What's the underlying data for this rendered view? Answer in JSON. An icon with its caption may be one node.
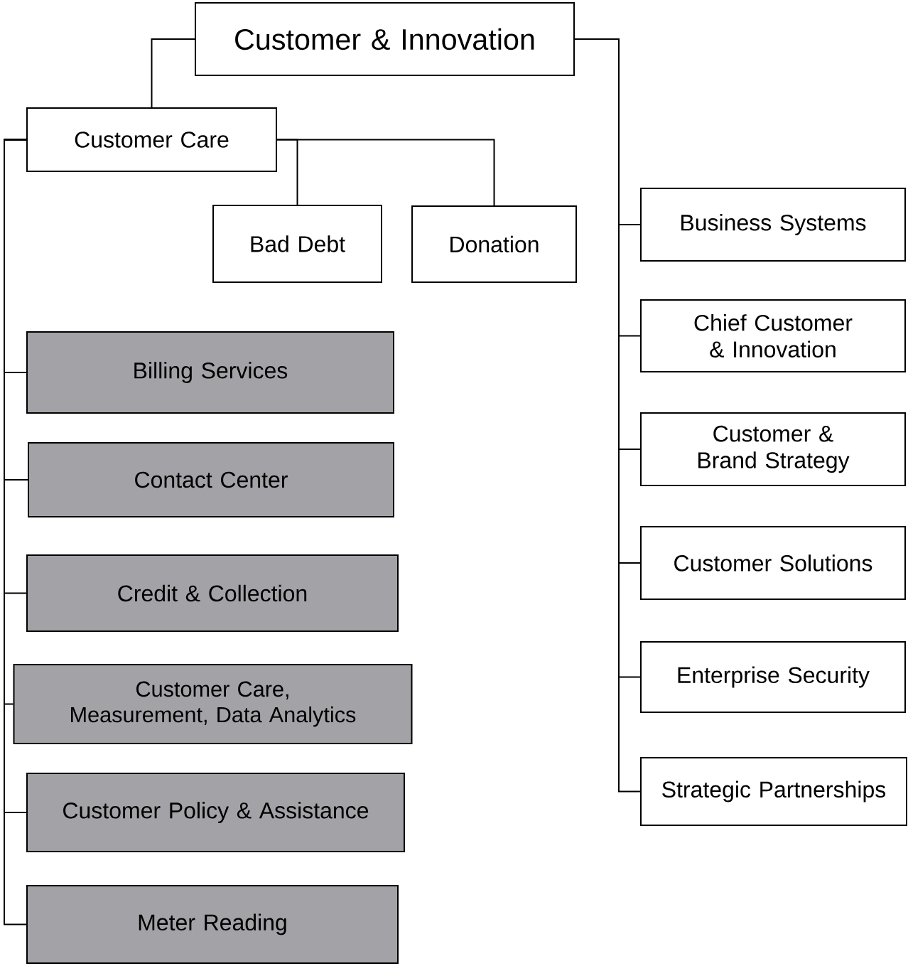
{
  "diagram": {
    "nodes": [
      {
        "text": [
          "Customer & Innovation"
        ]
      },
      {
        "text": [
          "Customer Care"
        ]
      },
      {
        "text": [
          "Bad Debt"
        ]
      },
      {
        "text": [
          "Donation"
        ]
      },
      {
        "text": [
          "Billing Services"
        ]
      },
      {
        "text": [
          "Contact Center"
        ]
      },
      {
        "text": [
          "Credit & Collection"
        ]
      },
      {
        "text": [
          "Customer Care, Measurement, Data Analytics"
        ]
      },
      {
        "text": [
          "Customer Policy & Assistance"
        ]
      },
      {
        "text": [
          "Meter Reading"
        ]
      },
      {
        "text": [
          "Business Systems"
        ]
      },
      {
        "text": [
          "Chief Customer & Innovation"
        ]
      },
      {
        "text": [
          "Customer & Brand Strategy"
        ]
      },
      {
        "text": [
          "Customer Solutions"
        ]
      },
      {
        "text": [
          "Enterprise Security"
        ]
      },
      {
        "text": [
          "Strategic Partnerships"
        ]
      }
    ],
    "edges": [
      {
        "from": 0,
        "to": 1,
        "arrow": "none"
      },
      {
        "from": 1,
        "to": 2,
        "arrow": "none"
      },
      {
        "from": 1,
        "to": 3,
        "arrow": "none"
      },
      {
        "from": 1,
        "to": 4,
        "arrow": "none"
      },
      {
        "from": 1,
        "to": 5,
        "arrow": "none"
      },
      {
        "from": 1,
        "to": 6,
        "arrow": "none"
      },
      {
        "from": 1,
        "to": 7,
        "arrow": "none"
      },
      {
        "from": 1,
        "to": 8,
        "arrow": "none"
      },
      {
        "from": 1,
        "to": 9,
        "arrow": "none"
      },
      {
        "from": 0,
        "to": 10,
        "arrow": "none"
      },
      {
        "from": 0,
        "to": 11,
        "arrow": "none"
      },
      {
        "from": 0,
        "to": 12,
        "arrow": "none"
      },
      {
        "from": 0,
        "to": 13,
        "arrow": "none"
      },
      {
        "from": 0,
        "to": 14,
        "arrow": "none"
      },
      {
        "from": 0,
        "to": 15,
        "arrow": "none"
      }
    ]
  }
}
